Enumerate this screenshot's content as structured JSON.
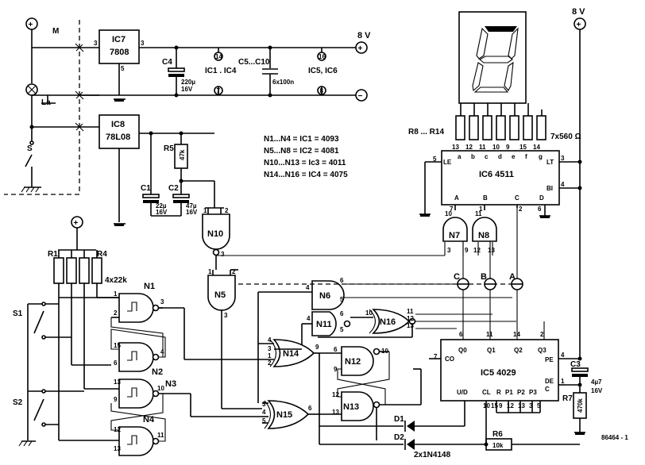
{
  "supply": {
    "v_top": "8 V",
    "v_right": "8 V",
    "plus": "+",
    "minus": "−"
  },
  "labels": {
    "M": "M",
    "La": "La",
    "S": "S",
    "IC7": "IC7",
    "IC7_part": "7808",
    "IC8": "IC8",
    "IC8_part": "78L08",
    "C4": "C4",
    "C4_val": "220µ",
    "C4_v": "16V",
    "ic1_ic4": "IC1 . IC4",
    "C5_C10": "C5...C10",
    "C5_val": "6x100n",
    "ic5_ic6": "IC5, IC6",
    "pin14": "14",
    "pin7": "7",
    "pin16": "16",
    "pin8": "8",
    "R5": "R5",
    "R5_val": "47k",
    "C1": "C1",
    "C1_val": "22µ",
    "C1_v": "16V",
    "C2": "C2",
    "C2_val": "47µ",
    "C2_v": "16V",
    "R1": "R1",
    "R4": "R4",
    "R_val": "4x22k",
    "S1": "S1",
    "S2": "S2",
    "N1": "N1",
    "N2": "N2",
    "N3": "N3",
    "N4": "N4",
    "N5": "N5",
    "N6": "N6",
    "N7": "N7",
    "N8": "N8",
    "N10": "N10",
    "N11": "N11",
    "N12": "N12",
    "N13": "N13",
    "N14": "N14",
    "N15": "N15",
    "N16": "N16",
    "R8_R14": "R8 ... R14",
    "R8_val": "7x560 Ω",
    "IC6": "IC6 4511",
    "IC5": "IC5 4029",
    "C3": "C3",
    "C3_val": "4µ7",
    "C3_v": "16V",
    "R7": "R7",
    "R7_val": "470k",
    "R6": "R6",
    "R6_val": "10k",
    "D1": "D1",
    "D2": "D2",
    "D_val": "2x1N4148",
    "code": "86464 - 1",
    "busA": "A",
    "busB": "B",
    "busC": "C"
  },
  "legend": [
    "N1...N4 = IC1 = 4093",
    "N5...N8 = IC2 = 4081",
    "N10...N13 = Ic3 = 4011",
    "N14...N16 = IC4 = 4075"
  ],
  "ic6": {
    "seg_pins": [
      "13",
      "12",
      "11",
      "10",
      "9",
      "15",
      "14"
    ],
    "seg_names": [
      "a",
      "b",
      "c",
      "d",
      "e",
      "f",
      "g"
    ],
    "in_names": [
      "A",
      "B",
      "C",
      "D"
    ],
    "in_pins": [
      "7",
      "1",
      "2",
      "6"
    ],
    "le": "LE",
    "lt": "LT",
    "bi": "BI",
    "pin_le": "5",
    "pin_lt": "3",
    "pin_bi": "4"
  },
  "ic5": {
    "outs": [
      "Q0",
      "Q1",
      "Q2",
      "Q3"
    ],
    "out_pins": [
      "6",
      "11",
      "14",
      "2"
    ],
    "co": "CO",
    "pin_co": "7",
    "pe": "PE",
    "pin_pe": "1",
    "pin_q3": "4",
    "ud": "U/D",
    "cl": "CL",
    "r": "R",
    "p1": "P1",
    "p2": "P2",
    "p3": "P3",
    "de": "DE",
    "c": "C",
    "bot_pins": [
      "10",
      "15",
      "9",
      "12",
      "13",
      "3",
      "5"
    ]
  }
}
